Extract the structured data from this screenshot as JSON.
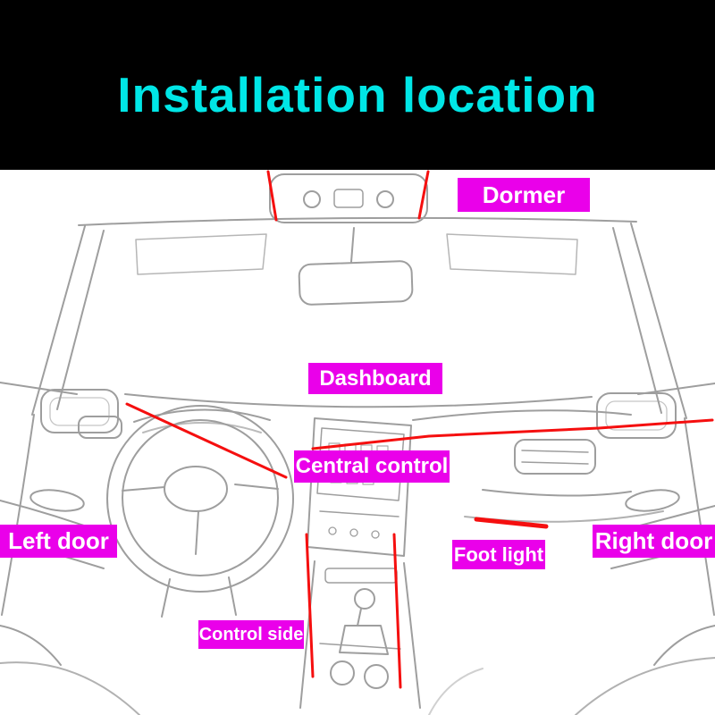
{
  "header": {
    "title": "Installation location"
  },
  "diagram": {
    "labels": [
      {
        "id": "dormer",
        "text": "Dormer"
      },
      {
        "id": "dashboard",
        "text": "Dashboard"
      },
      {
        "id": "central-control",
        "text": "Central control"
      },
      {
        "id": "left-door",
        "text": "Left door"
      },
      {
        "id": "foot-light",
        "text": "Foot light"
      },
      {
        "id": "right-door",
        "text": "Right door"
      },
      {
        "id": "control-side",
        "text": "Control side"
      }
    ]
  },
  "colors": {
    "header_bg": "#000000",
    "title_text": "#00e6e6",
    "label_bg": "#ea00ea",
    "label_text": "#ffffff",
    "strip_red": "#f50f0f",
    "sketch_line": "#9e9e9e"
  }
}
